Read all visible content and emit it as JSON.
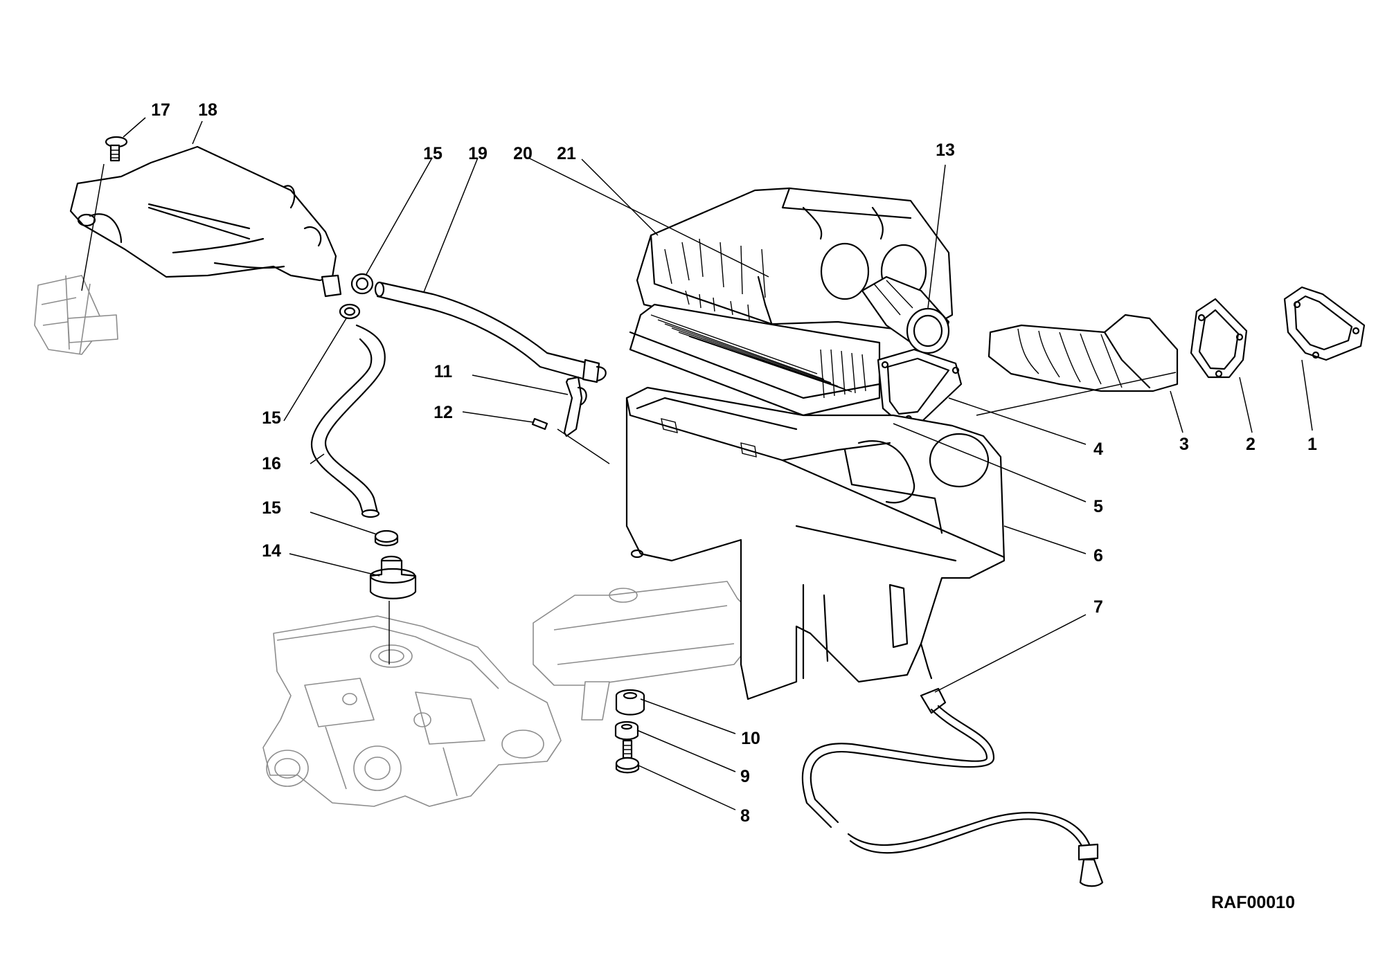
{
  "drawing_code": "RAF00010",
  "callouts": {
    "c1": "1",
    "c2": "2",
    "c3": "3",
    "c4": "4",
    "c5": "5",
    "c6": "6",
    "c7": "7",
    "c8": "8",
    "c9": "9",
    "c10": "10",
    "c11": "11",
    "c12": "12",
    "c13": "13",
    "c14": "14",
    "c15a": "15",
    "c15b": "15",
    "c15c": "15",
    "c16": "16",
    "c17": "17",
    "c18": "18",
    "c19": "19",
    "c20": "20",
    "c21": "21"
  }
}
